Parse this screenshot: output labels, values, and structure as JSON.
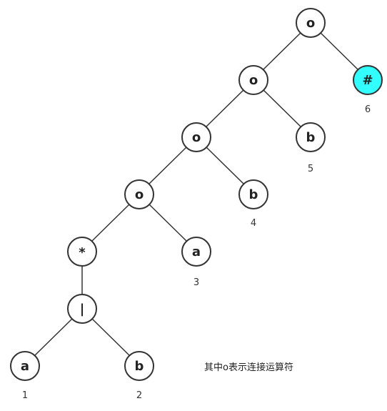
{
  "colors": {
    "stroke": "#333333",
    "node_fill": "#ffffff",
    "accent_fill": "#33ffff",
    "text": "#222222"
  },
  "nodes": {
    "root_concat": "o",
    "end_marker": "#",
    "concat_l1": "o",
    "leaf_b5": "b",
    "concat_l2": "o",
    "leaf_b4": "b",
    "concat_l3": "o",
    "leaf_a3": "a",
    "star": "*",
    "union": "|",
    "leaf_a1": "a",
    "leaf_b2": "b"
  },
  "positions": {
    "leaf_a1": "1",
    "leaf_b2": "2",
    "leaf_a3": "3",
    "leaf_b4": "4",
    "leaf_b5": "5",
    "end_marker": "6"
  },
  "note": "其中o表示连接运算符"
}
